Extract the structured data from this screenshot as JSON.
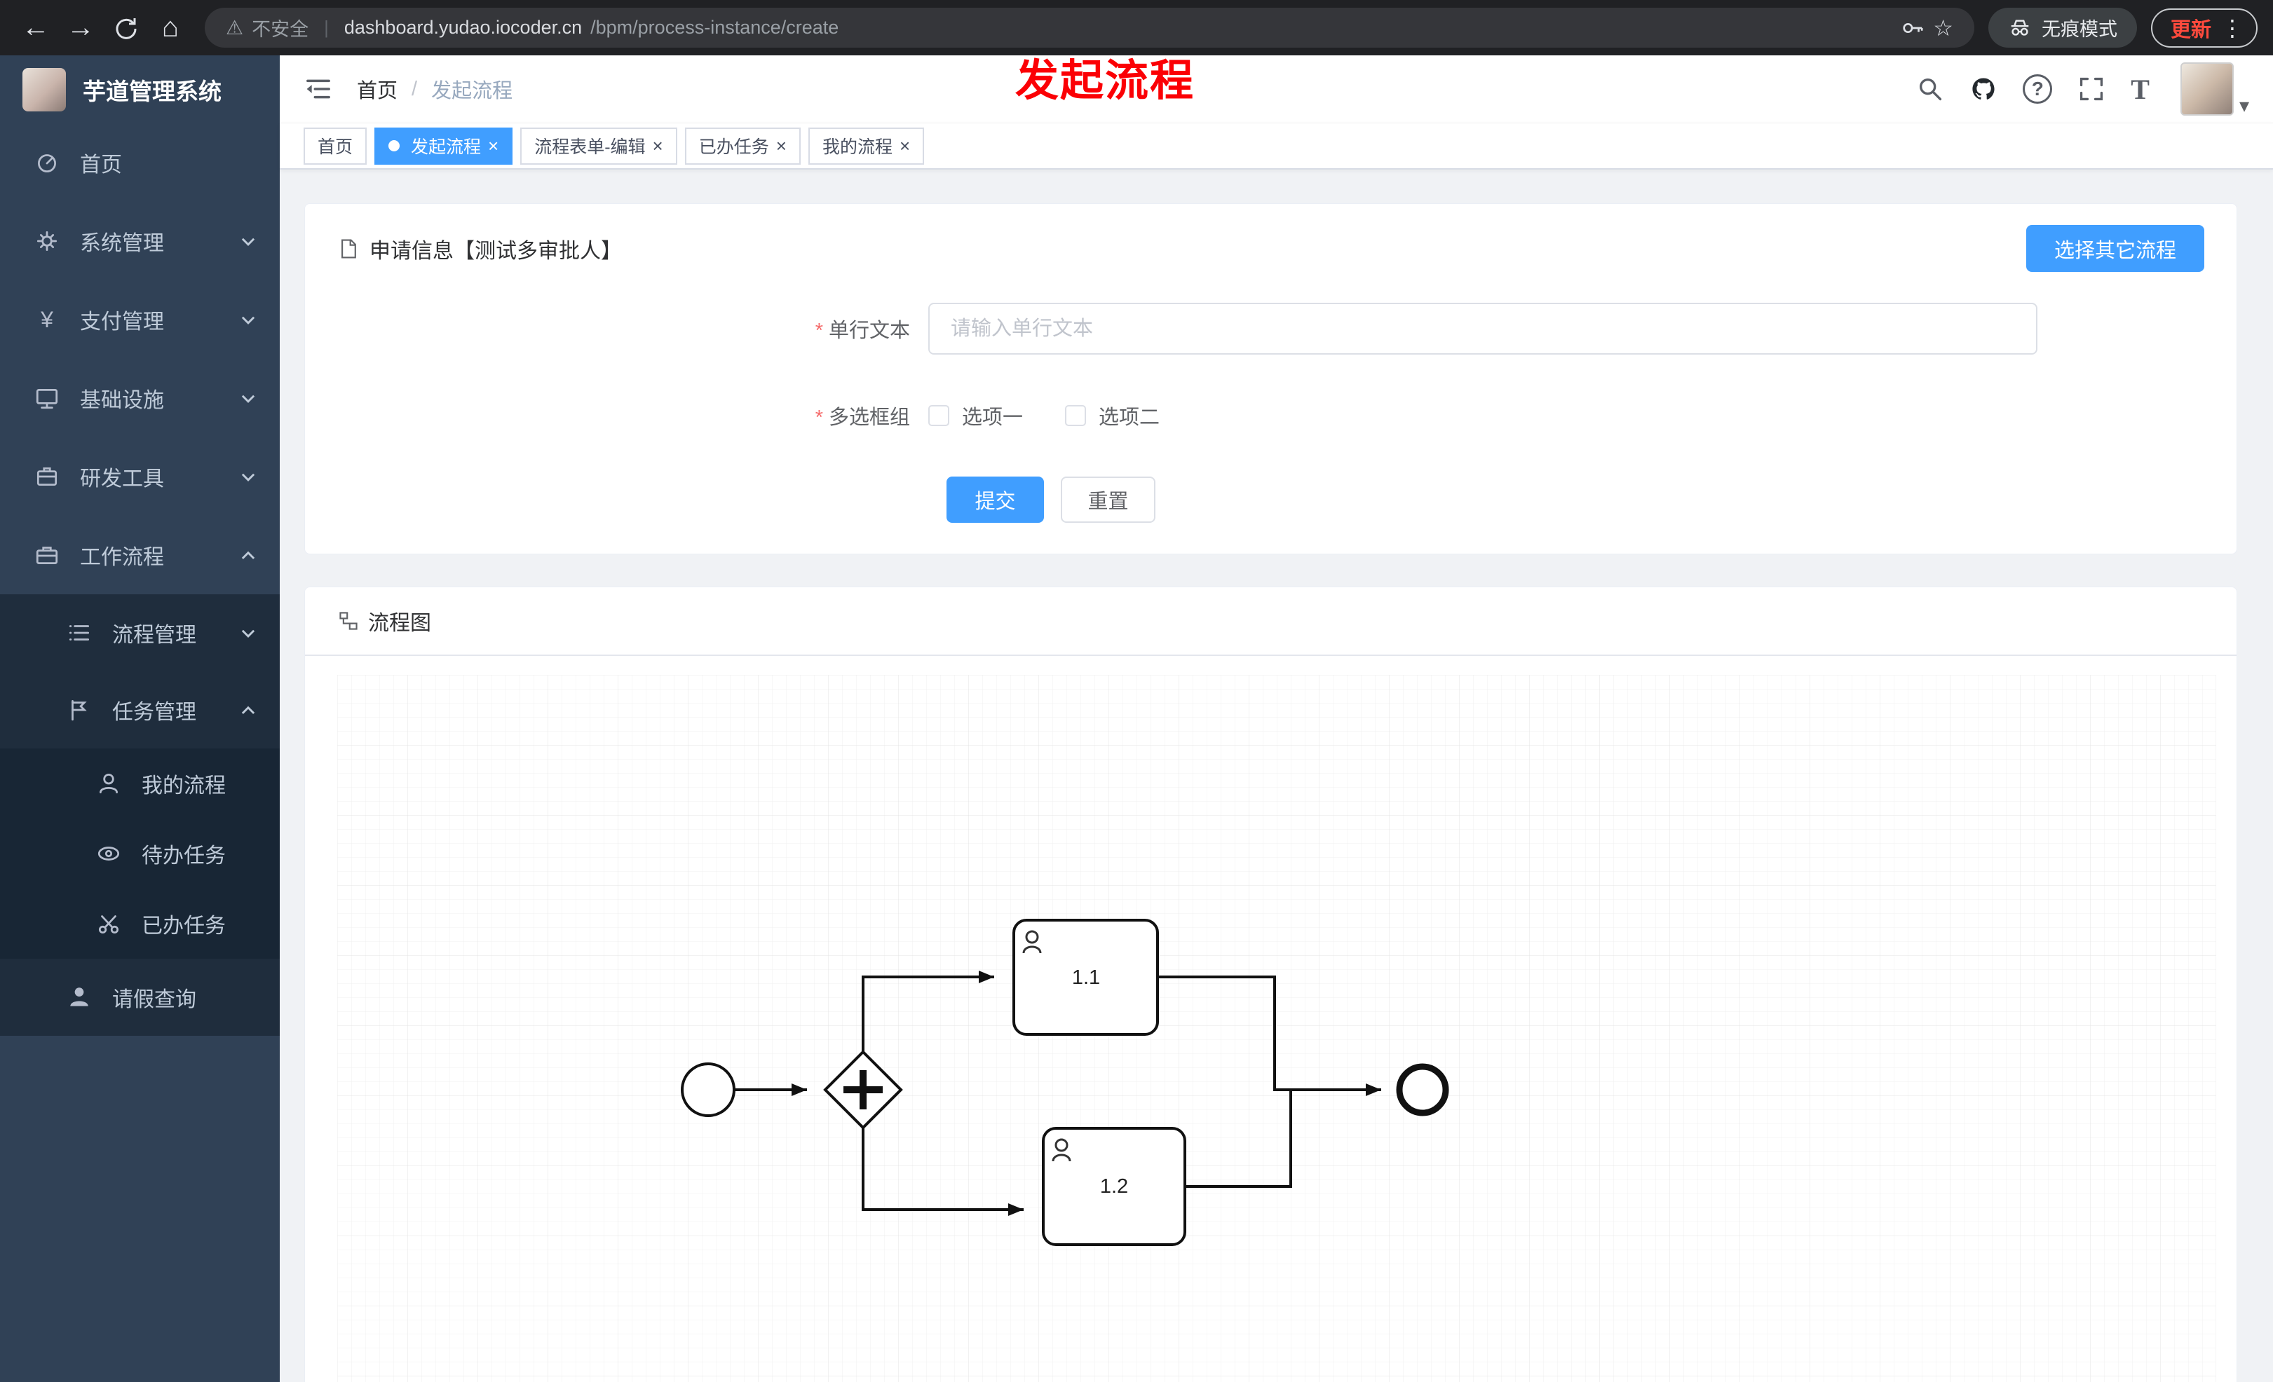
{
  "browser": {
    "security_label": "不安全",
    "url_domain": "dashboard.yudao.iocoder.cn",
    "url_path": "/bpm/process-instance/create",
    "incognito_label": "无痕模式",
    "update_label": "更新"
  },
  "annotation": {
    "text": "发起流程"
  },
  "sidebar": {
    "logo_title": "芋道管理系统",
    "menu": [
      {
        "label": "首页"
      },
      {
        "label": "系统管理"
      },
      {
        "label": "支付管理"
      },
      {
        "label": "基础设施"
      },
      {
        "label": "研发工具"
      },
      {
        "label": "工作流程"
      },
      {
        "label": "流程管理"
      },
      {
        "label": "任务管理"
      },
      {
        "label": "我的流程"
      },
      {
        "label": "待办任务"
      },
      {
        "label": "已办任务"
      },
      {
        "label": "请假查询"
      }
    ]
  },
  "header": {
    "breadcrumb_home": "首页",
    "breadcrumb_current": "发起流程"
  },
  "tabs": [
    {
      "label": "首页",
      "closable": false,
      "active": false
    },
    {
      "label": "发起流程",
      "closable": true,
      "active": true
    },
    {
      "label": "流程表单-编辑",
      "closable": true,
      "active": false
    },
    {
      "label": "已办任务",
      "closable": true,
      "active": false
    },
    {
      "label": "我的流程",
      "closable": true,
      "active": false
    }
  ],
  "apply_card": {
    "title": "申请信息【测试多审批人】",
    "select_other_button": "选择其它流程",
    "text_field": {
      "label": "单行文本",
      "placeholder": "请输入单行文本",
      "value": ""
    },
    "checkbox_group": {
      "label": "多选框组",
      "options": [
        "选项一",
        "选项二"
      ]
    },
    "submit_label": "提交",
    "reset_label": "重置"
  },
  "diagram_card": {
    "title": "流程图",
    "nodes": {
      "task1": "1.1",
      "task2": "1.2"
    }
  },
  "glyphs": {
    "close": "×",
    "dots": "⋮",
    "star": "☆",
    "back": "←",
    "forward": "→",
    "home": "⌂",
    "warn": "⚠",
    "caret": "▾",
    "question": "?",
    "font_size": "T",
    "yen": "¥",
    "url_sep": "|"
  },
  "colors": {
    "primary": "#409eff",
    "sidebar_bg": "#304156",
    "annotation_red": "#fb0005"
  }
}
